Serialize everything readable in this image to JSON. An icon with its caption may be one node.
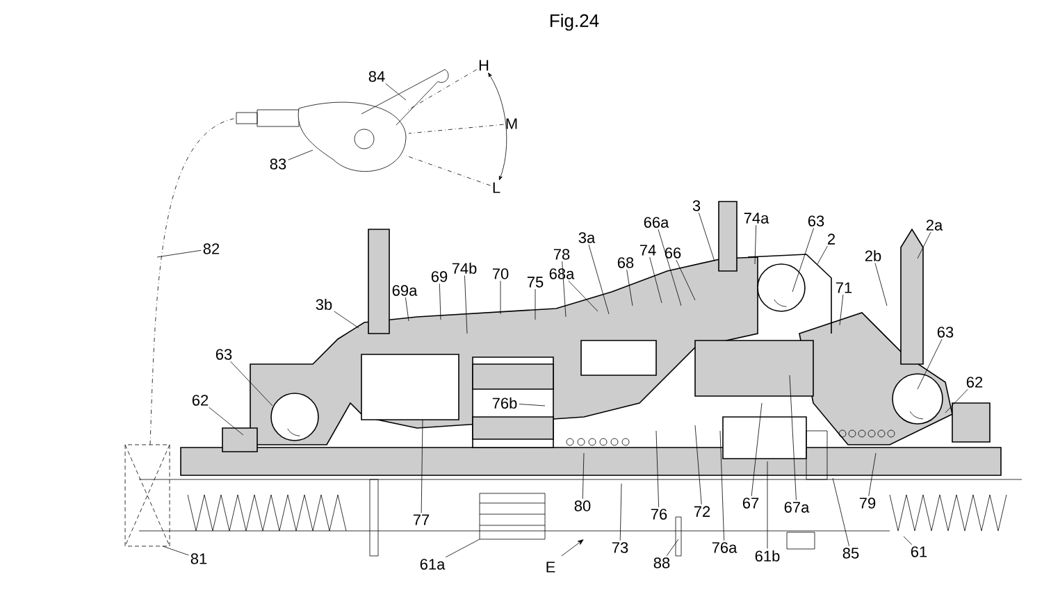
{
  "diagram": {
    "title": "Fig.24",
    "nodes": [
      {
        "text": [
          "84"
        ]
      },
      {
        "text": [
          "83"
        ]
      },
      {
        "text": [
          "82"
        ]
      },
      {
        "text": [
          "81"
        ]
      },
      {
        "text": [
          "3b"
        ]
      },
      {
        "text": [
          "69a"
        ]
      },
      {
        "text": [
          "69"
        ]
      },
      {
        "text": [
          "74b"
        ]
      },
      {
        "text": [
          "70"
        ]
      },
      {
        "text": [
          "75"
        ]
      },
      {
        "text": [
          "78"
        ]
      },
      {
        "text": [
          "63"
        ]
      },
      {
        "text": [
          "62"
        ]
      },
      {
        "text": [
          "76b"
        ]
      },
      {
        "text": [
          "77"
        ]
      },
      {
        "text": [
          "61a"
        ]
      },
      {
        "text": [
          "3a"
        ]
      },
      {
        "text": [
          "68a"
        ]
      },
      {
        "text": [
          "68"
        ]
      },
      {
        "text": [
          "74"
        ]
      },
      {
        "text": [
          "66a"
        ]
      },
      {
        "text": [
          "66"
        ]
      },
      {
        "text": [
          "3"
        ]
      },
      {
        "text": [
          "74a"
        ]
      },
      {
        "text": [
          "63"
        ]
      },
      {
        "text": [
          "2"
        ]
      },
      {
        "text": [
          "2b"
        ]
      },
      {
        "text": [
          "71"
        ]
      },
      {
        "text": [
          "2a"
        ]
      },
      {
        "text": [
          "63"
        ]
      },
      {
        "text": [
          "62"
        ]
      },
      {
        "text": [
          "80"
        ]
      },
      {
        "text": [
          "76"
        ]
      },
      {
        "text": [
          "73"
        ]
      },
      {
        "text": [
          "88"
        ]
      },
      {
        "text": [
          "72"
        ]
      },
      {
        "text": [
          "76a"
        ]
      },
      {
        "text": [
          "67"
        ]
      },
      {
        "text": [
          "61b"
        ]
      },
      {
        "text": [
          "67a"
        ]
      },
      {
        "text": [
          "85"
        ]
      },
      {
        "text": [
          "79"
        ]
      },
      {
        "text": [
          "61"
        ]
      },
      {
        "text": [
          "H"
        ]
      },
      {
        "text": [
          "M"
        ]
      },
      {
        "text": [
          "L"
        ]
      }
    ],
    "edges": [
      {
        "from": 0,
        "to": null,
        "arrow": "none"
      },
      {
        "from": 1,
        "to": null,
        "arrow": "none"
      },
      {
        "from": 2,
        "to": null,
        "arrow": "none"
      },
      {
        "from": 3,
        "to": null,
        "arrow": "none"
      },
      {
        "from": 4,
        "to": null,
        "arrow": "none"
      },
      {
        "from": 5,
        "to": null,
        "arrow": "none"
      },
      {
        "from": 6,
        "to": null,
        "arrow": "none"
      },
      {
        "from": 7,
        "to": null,
        "arrow": "none"
      },
      {
        "from": 8,
        "to": null,
        "arrow": "none"
      },
      {
        "from": 9,
        "to": null,
        "arrow": "none"
      },
      {
        "from": 10,
        "to": null,
        "arrow": "none"
      },
      {
        "from": 11,
        "to": null,
        "arrow": "none"
      },
      {
        "from": 12,
        "to": null,
        "arrow": "none"
      },
      {
        "from": 13,
        "to": null,
        "arrow": "none"
      },
      {
        "from": 14,
        "to": null,
        "arrow": "none"
      },
      {
        "from": 15,
        "to": null,
        "arrow": "none"
      },
      {
        "from": 16,
        "to": null,
        "arrow": "none"
      },
      {
        "from": 17,
        "to": null,
        "arrow": "none"
      },
      {
        "from": 18,
        "to": null,
        "arrow": "none"
      },
      {
        "from": 19,
        "to": null,
        "arrow": "none"
      },
      {
        "from": 20,
        "to": null,
        "arrow": "none"
      },
      {
        "from": 21,
        "to": null,
        "arrow": "none"
      },
      {
        "from": 22,
        "to": null,
        "arrow": "none"
      },
      {
        "from": 23,
        "to": null,
        "arrow": "none"
      },
      {
        "from": 24,
        "to": null,
        "arrow": "none"
      },
      {
        "from": 25,
        "to": null,
        "arrow": "none"
      },
      {
        "from": 26,
        "to": null,
        "arrow": "none"
      },
      {
        "from": 27,
        "to": null,
        "arrow": "none"
      },
      {
        "from": 28,
        "to": null,
        "arrow": "none"
      },
      {
        "from": 29,
        "to": null,
        "arrow": "none"
      },
      {
        "from": 30,
        "to": null,
        "arrow": "none"
      },
      {
        "from": 31,
        "to": null,
        "arrow": "none"
      },
      {
        "from": 32,
        "to": null,
        "arrow": "none"
      },
      {
        "from": 33,
        "to": null,
        "arrow": "none"
      },
      {
        "from": 34,
        "to": null,
        "arrow": "none"
      },
      {
        "from": 35,
        "to": null,
        "arrow": "none"
      },
      {
        "from": 36,
        "to": null,
        "arrow": "none"
      },
      {
        "from": 37,
        "to": null,
        "arrow": "none"
      },
      {
        "from": 38,
        "to": null,
        "arrow": "none"
      },
      {
        "from": 39,
        "to": null,
        "arrow": "none"
      },
      {
        "from": 40,
        "to": null,
        "arrow": "none"
      },
      {
        "from": 41,
        "to": null,
        "arrow": "none"
      },
      {
        "from": 42,
        "to": null,
        "arrow": "none"
      },
      {
        "from": 43,
        "to": null,
        "arrow": "none",
        "style": "dashed"
      },
      {
        "from": 44,
        "to": null,
        "arrow": "none",
        "style": "dashed"
      },
      {
        "from": 45,
        "to": null,
        "arrow": "none",
        "style": "dashed"
      },
      {
        "from": 43,
        "to": 45,
        "arrow": "both"
      }
    ],
    "labels": [
      "E"
    ]
  }
}
